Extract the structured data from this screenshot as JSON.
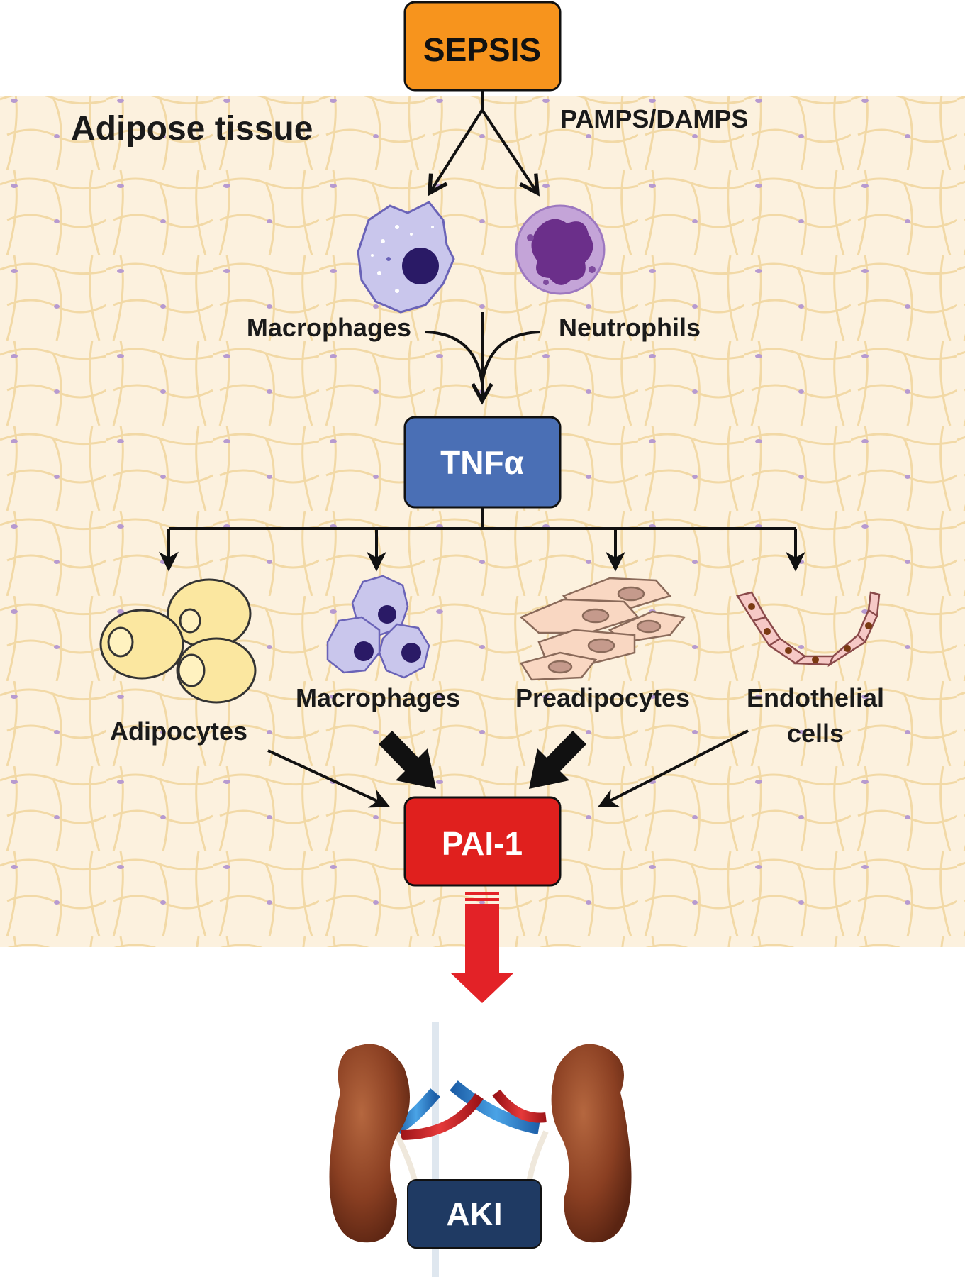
{
  "region_label": "Adipose tissue",
  "trigger_label": "PAMPS/DAMPS",
  "nodes": {
    "sepsis": "SEPSIS",
    "tnf": "TNFα",
    "pai1": "PAI-1",
    "aki": "AKI"
  },
  "immune_cells": {
    "macrophages": "Macrophages",
    "neutrophils": "Neutrophils"
  },
  "source_cells": {
    "adipocytes": "Adipocytes",
    "macrophages": "Macrophages",
    "preadipocytes": "Preadipocytes",
    "endothelial_line1": "Endothelial",
    "endothelial_line2": "cells"
  },
  "colors": {
    "sepsis_box": "#f7941d",
    "tnf_box": "#4a6fb5",
    "pai1_box": "#e0201e",
    "aki_box": "#1f3a63",
    "tissue_bg": "#fcf1de",
    "cell_wall": "#f3dca3",
    "arrow": "#111111",
    "red_arrow": "#e32227"
  }
}
